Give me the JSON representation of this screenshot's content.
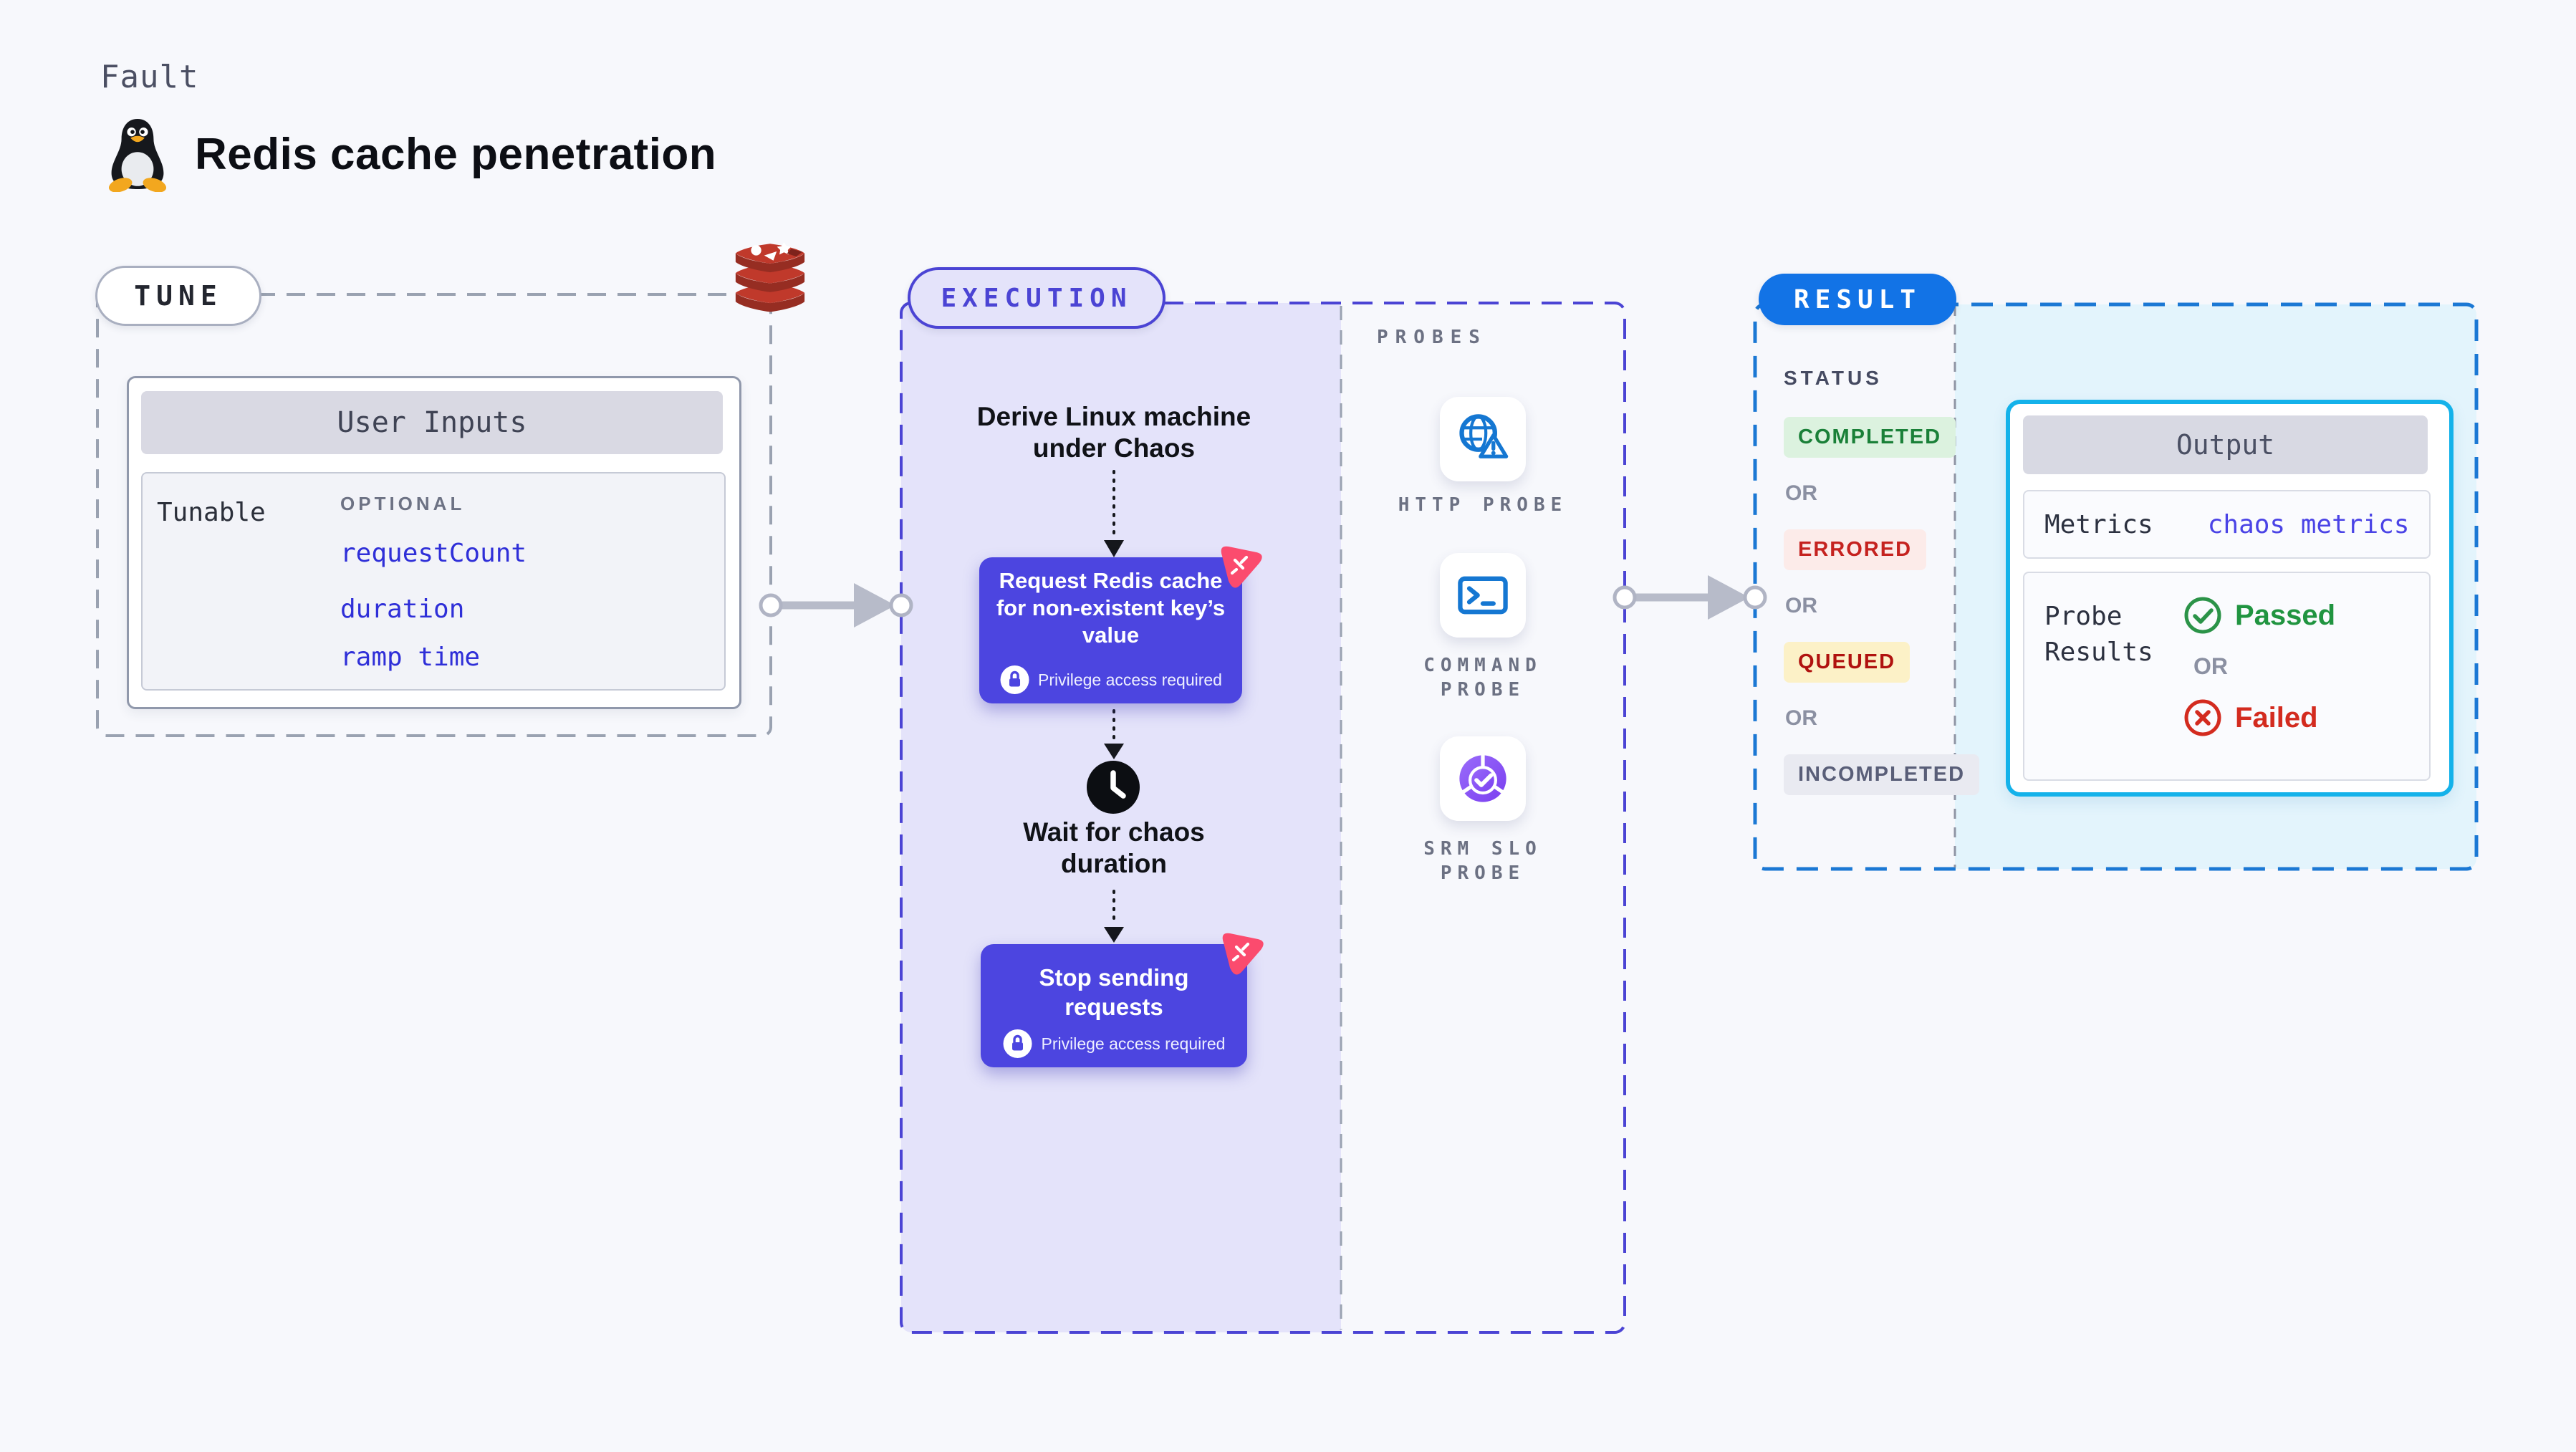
{
  "header": {
    "kicker": "Fault",
    "title": "Redis cache penetration"
  },
  "tune": {
    "label": "TUNE",
    "card_title": "User Inputs",
    "row_label": "Tunable",
    "optional_label": "OPTIONAL",
    "inputs": [
      "requestCount",
      "duration",
      "ramp time"
    ]
  },
  "execution": {
    "label": "EXECUTION",
    "derive_text": "Derive Linux machine under Chaos",
    "request_text": "Request Redis cache for non-existent key’s value",
    "wait_text": "Wait for chaos duration",
    "stop_text": "Stop sending requests",
    "privilege_note": "Privilege access required"
  },
  "probes": {
    "label": "PROBES",
    "items": [
      {
        "name": "HTTP PROBE",
        "icon": "globe-alert-icon"
      },
      {
        "name": "COMMAND PROBE",
        "icon": "terminal-icon"
      },
      {
        "name": "SRM SLO PROBE",
        "icon": "slo-donut-check-icon"
      }
    ]
  },
  "result": {
    "label": "RESULT",
    "status": {
      "label": "STATUS",
      "or": "OR",
      "badges": [
        {
          "text": "COMPLETED"
        },
        {
          "text": "ERRORED"
        },
        {
          "text": "QUEUED"
        },
        {
          "text": "INCOMPLETED"
        }
      ]
    },
    "output": {
      "title": "Output",
      "metrics_label": "Metrics",
      "metrics_value": "chaos metrics",
      "probe_results_label": "Probe Results",
      "passed": "Passed",
      "or": "OR",
      "failed": "Failed"
    }
  },
  "colors": {
    "page_bg": "#f7f8fc",
    "execution_indigo": "#4c45e0",
    "execution_border": "#4b44d4",
    "execution_bg": "#e4e3fa",
    "result_blue": "#1273e6",
    "result_border": "#1b78d4",
    "output_cyan": "#14b2ea",
    "output_bg": "#e3f4fc",
    "link_blue": "#2f2fd8",
    "passed_green": "#209440",
    "failed_red": "#d32b1f",
    "completed_green": "#1a8038",
    "errored_red": "#c5221f",
    "queued_dark_red": "#b0120f",
    "chaos_badge_pink": "#fb4b6e",
    "redis_red": "#c0392b"
  }
}
